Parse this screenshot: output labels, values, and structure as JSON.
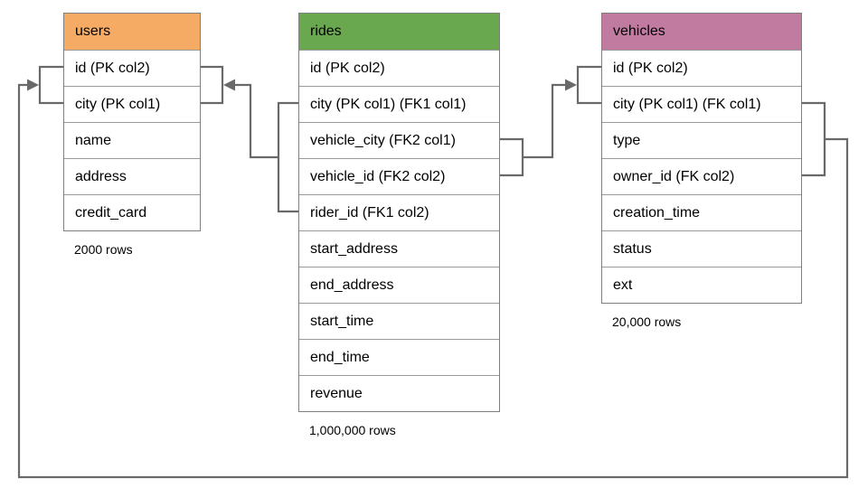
{
  "diagram": {
    "line_color": "#696969",
    "tables": [
      {
        "name": "users",
        "header_color": "#F5AB63",
        "columns": [
          "id (PK col2)",
          "city (PK col1)",
          "name",
          "address",
          "credit_card"
        ],
        "row_count": "2000 rows"
      },
      {
        "name": "rides",
        "header_color": "#6AA84F",
        "columns": [
          "id (PK col2)",
          "city (PK col1) (FK1 col1)",
          "vehicle_city (FK2 col1)",
          "vehicle_id (FK2 col2)",
          "rider_id (FK1 col2)",
          "start_address",
          "end_address",
          "start_time",
          "end_time",
          "revenue"
        ],
        "row_count": "1,000,000 rows"
      },
      {
        "name": "vehicles",
        "header_color": "#C27BA0",
        "columns": [
          "id (PK col2)",
          "city (PK col1) (FK col1)",
          "type",
          "owner_id (FK col2)",
          "creation_time",
          "status",
          "ext"
        ],
        "row_count": "20,000 rows"
      }
    ],
    "relationships": [
      {
        "label": "FK1",
        "from": "rides (city, rider_id)",
        "to": "users (city, id)"
      },
      {
        "label": "FK2",
        "from": "rides (vehicle_city, vehicle_id)",
        "to": "vehicles (id, city)"
      },
      {
        "label": "FK",
        "from": "vehicles (city, owner_id)",
        "to": "users (id, city)"
      }
    ]
  }
}
